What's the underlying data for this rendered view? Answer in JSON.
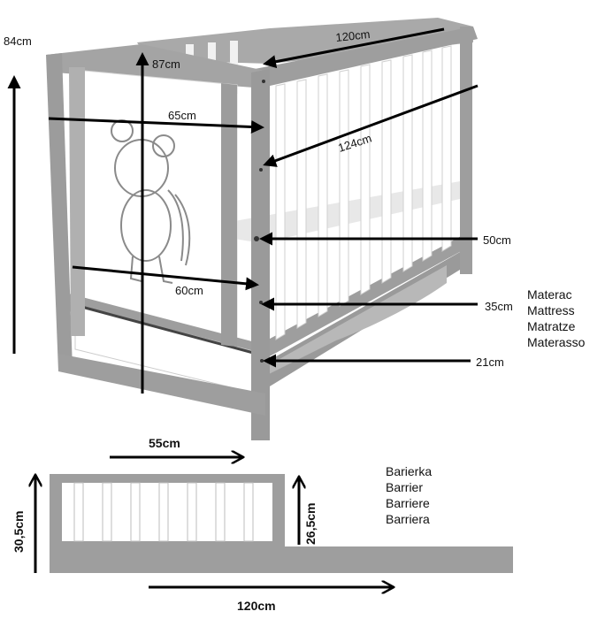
{
  "crib": {
    "height_outer": "84cm",
    "height_inner": "87cm",
    "length_top": "120cm",
    "depth_top": "65cm",
    "length_inner": "124cm",
    "level_high": "50cm",
    "depth_bottom": "60cm",
    "level_mid": "35cm",
    "level_low": "21cm"
  },
  "mattress": {
    "labels": [
      "Materac",
      "Mattress",
      "Matratze",
      "Materasso"
    ]
  },
  "barrier": {
    "width": "55cm",
    "height_outer": "30,5cm",
    "height_inner": "26,5cm",
    "length": "120cm",
    "labels": [
      "Barierka",
      "Barrier",
      "Barriere",
      "Barriera"
    ]
  },
  "colors": {
    "frame": "#9e9e9e",
    "frame_dark": "#7d7d7d",
    "slat": "#ffffff",
    "arrow": "#000000"
  }
}
